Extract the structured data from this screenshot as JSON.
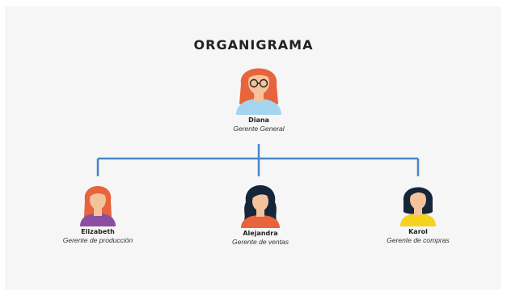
{
  "title": "ORGANIGRAMA",
  "colors": {
    "background": "#f6f6f6",
    "connector": "#4a86c8",
    "hair_red": "#e8643c",
    "hair_dark": "#152638",
    "skin": "#f4c29b",
    "shirt_blue": "#a6d3ee",
    "shirt_purple": "#8a4fa0",
    "shirt_orange": "#e8643c",
    "shirt_yellow": "#f4d21e"
  },
  "root": {
    "name": "Diana",
    "role": "Gerente General",
    "icon": "woman-with-glasses-icon"
  },
  "children": [
    {
      "name": "Elizabeth",
      "role": "Gerente de producción",
      "icon": "woman-red-hair-icon"
    },
    {
      "name": "Alejandra",
      "role": "Gerente de ventas",
      "icon": "woman-dark-wavy-hair-icon"
    },
    {
      "name": "Karol",
      "role": "Gerente de compras",
      "icon": "woman-dark-bob-hair-icon"
    }
  ]
}
